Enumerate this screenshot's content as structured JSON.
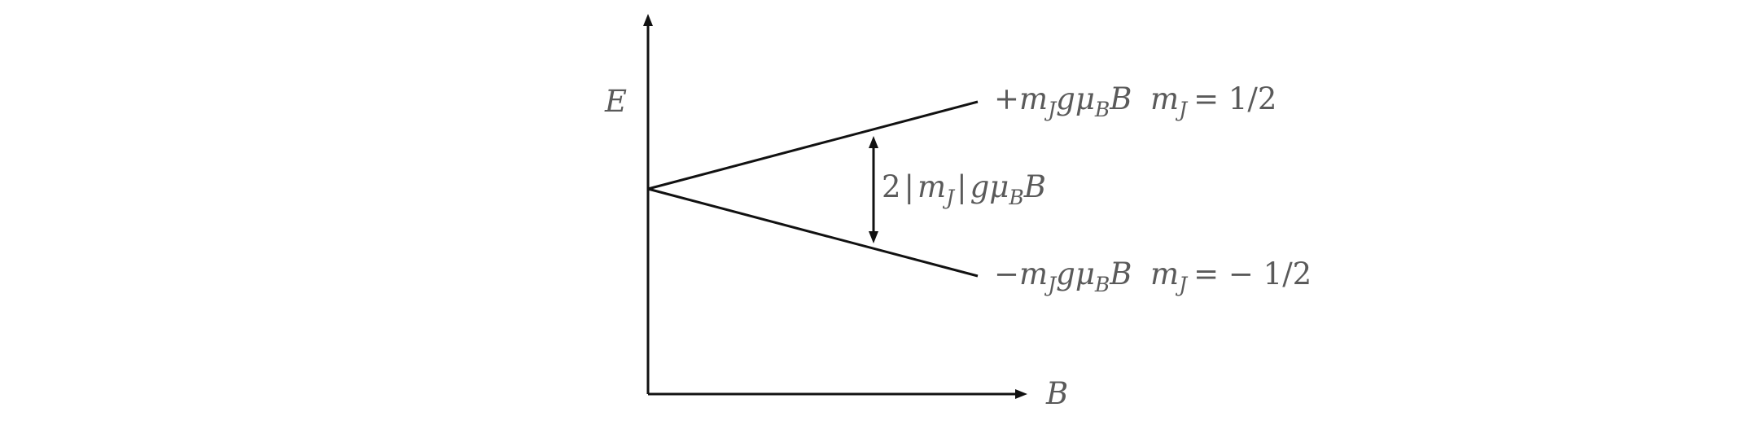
{
  "axes": {
    "y_label": "E",
    "x_label": "B"
  },
  "levels": [
    {
      "energy": {
        "sign": "+",
        "m": "m",
        "m_sub": "J",
        "g": "gμ",
        "mu_sub": "B",
        "b": "B"
      },
      "state": {
        "m": "m",
        "m_sub": "J",
        "value": "= 1/2"
      }
    },
    {
      "energy": {
        "sign": "−",
        "m": "m",
        "m_sub": "J",
        "g": "gμ",
        "mu_sub": "B",
        "b": "B"
      },
      "state": {
        "m": "m",
        "m_sub": "J",
        "value": "= − 1/2"
      }
    }
  ],
  "splitting": {
    "prefix": "2",
    "bar_left": "|",
    "m": "m",
    "m_sub": "J",
    "bar_right": "|",
    "g": "gμ",
    "mu_sub": "B",
    "b": "B"
  }
}
